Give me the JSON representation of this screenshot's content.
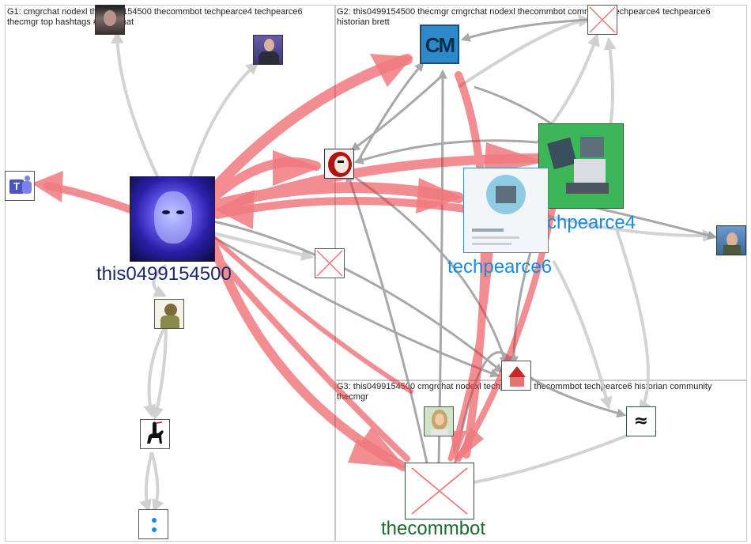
{
  "groups": [
    {
      "id": "G1",
      "label": "G1: cmgrchat nodexl this0499154500 thecommbot techpearce4 techpearce6 thecmgr top hashtags #cmgrchat"
    },
    {
      "id": "G2",
      "label": "G2: this0499154500 thecmgr cmgrchat nodexl thecommbot community techpearce4 techpearce6 historian brett"
    },
    {
      "id": "G3",
      "label": "G3: this0499154500 cmgrchat nodexl techpearce4 thecommbot techpearce6 historian community thecmgr"
    }
  ],
  "node_labels": {
    "this0499154500": "this0499154500",
    "techpearce6": "techpearce6",
    "techpearce4": "techpearce4",
    "thecommbot": "thecommbot"
  },
  "icons": {
    "teams": "microsoft-teams-icon",
    "cm": "cm-logo-icon",
    "broken": "broken-image-icon",
    "equals": "approx-icon",
    "rider": "horse-rider-icon",
    "colon": "colon-icon"
  },
  "logo_text": {
    "cm": "CM"
  },
  "colors": {
    "red_edge": "#e8313a",
    "gray_edge": "#8c8c8c",
    "light_edge": "#c8c8c8",
    "label_blue": "#1a8adf",
    "label_navy": "#1b2a66",
    "label_green": "#1d6b2f"
  }
}
